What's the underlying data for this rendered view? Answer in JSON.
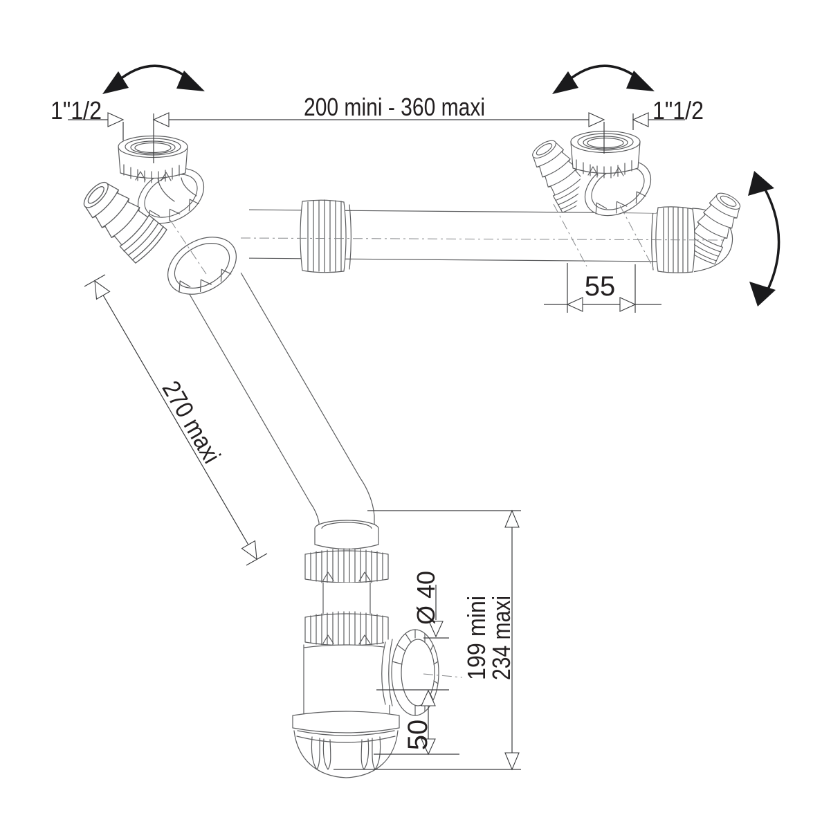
{
  "labels": {
    "left_nut_thread": "1\"1/2",
    "right_nut_thread": "1\"1/2",
    "center_span": "200 mini - 360 maxi",
    "elbow_offset": "55",
    "diagonal_extension": "270 maxi",
    "outlet_diameter": "Ø 40",
    "height_min": "199 mini",
    "height_max": "234 maxi",
    "outlet_drop": "50"
  },
  "colors": {
    "background": "#ffffff",
    "artwork_line": "#5b5c5e",
    "dimension_line": "#3a3b3d",
    "text": "#231f20",
    "rotation_arrow": "#1a1a1c",
    "centerline": "#85878a"
  }
}
